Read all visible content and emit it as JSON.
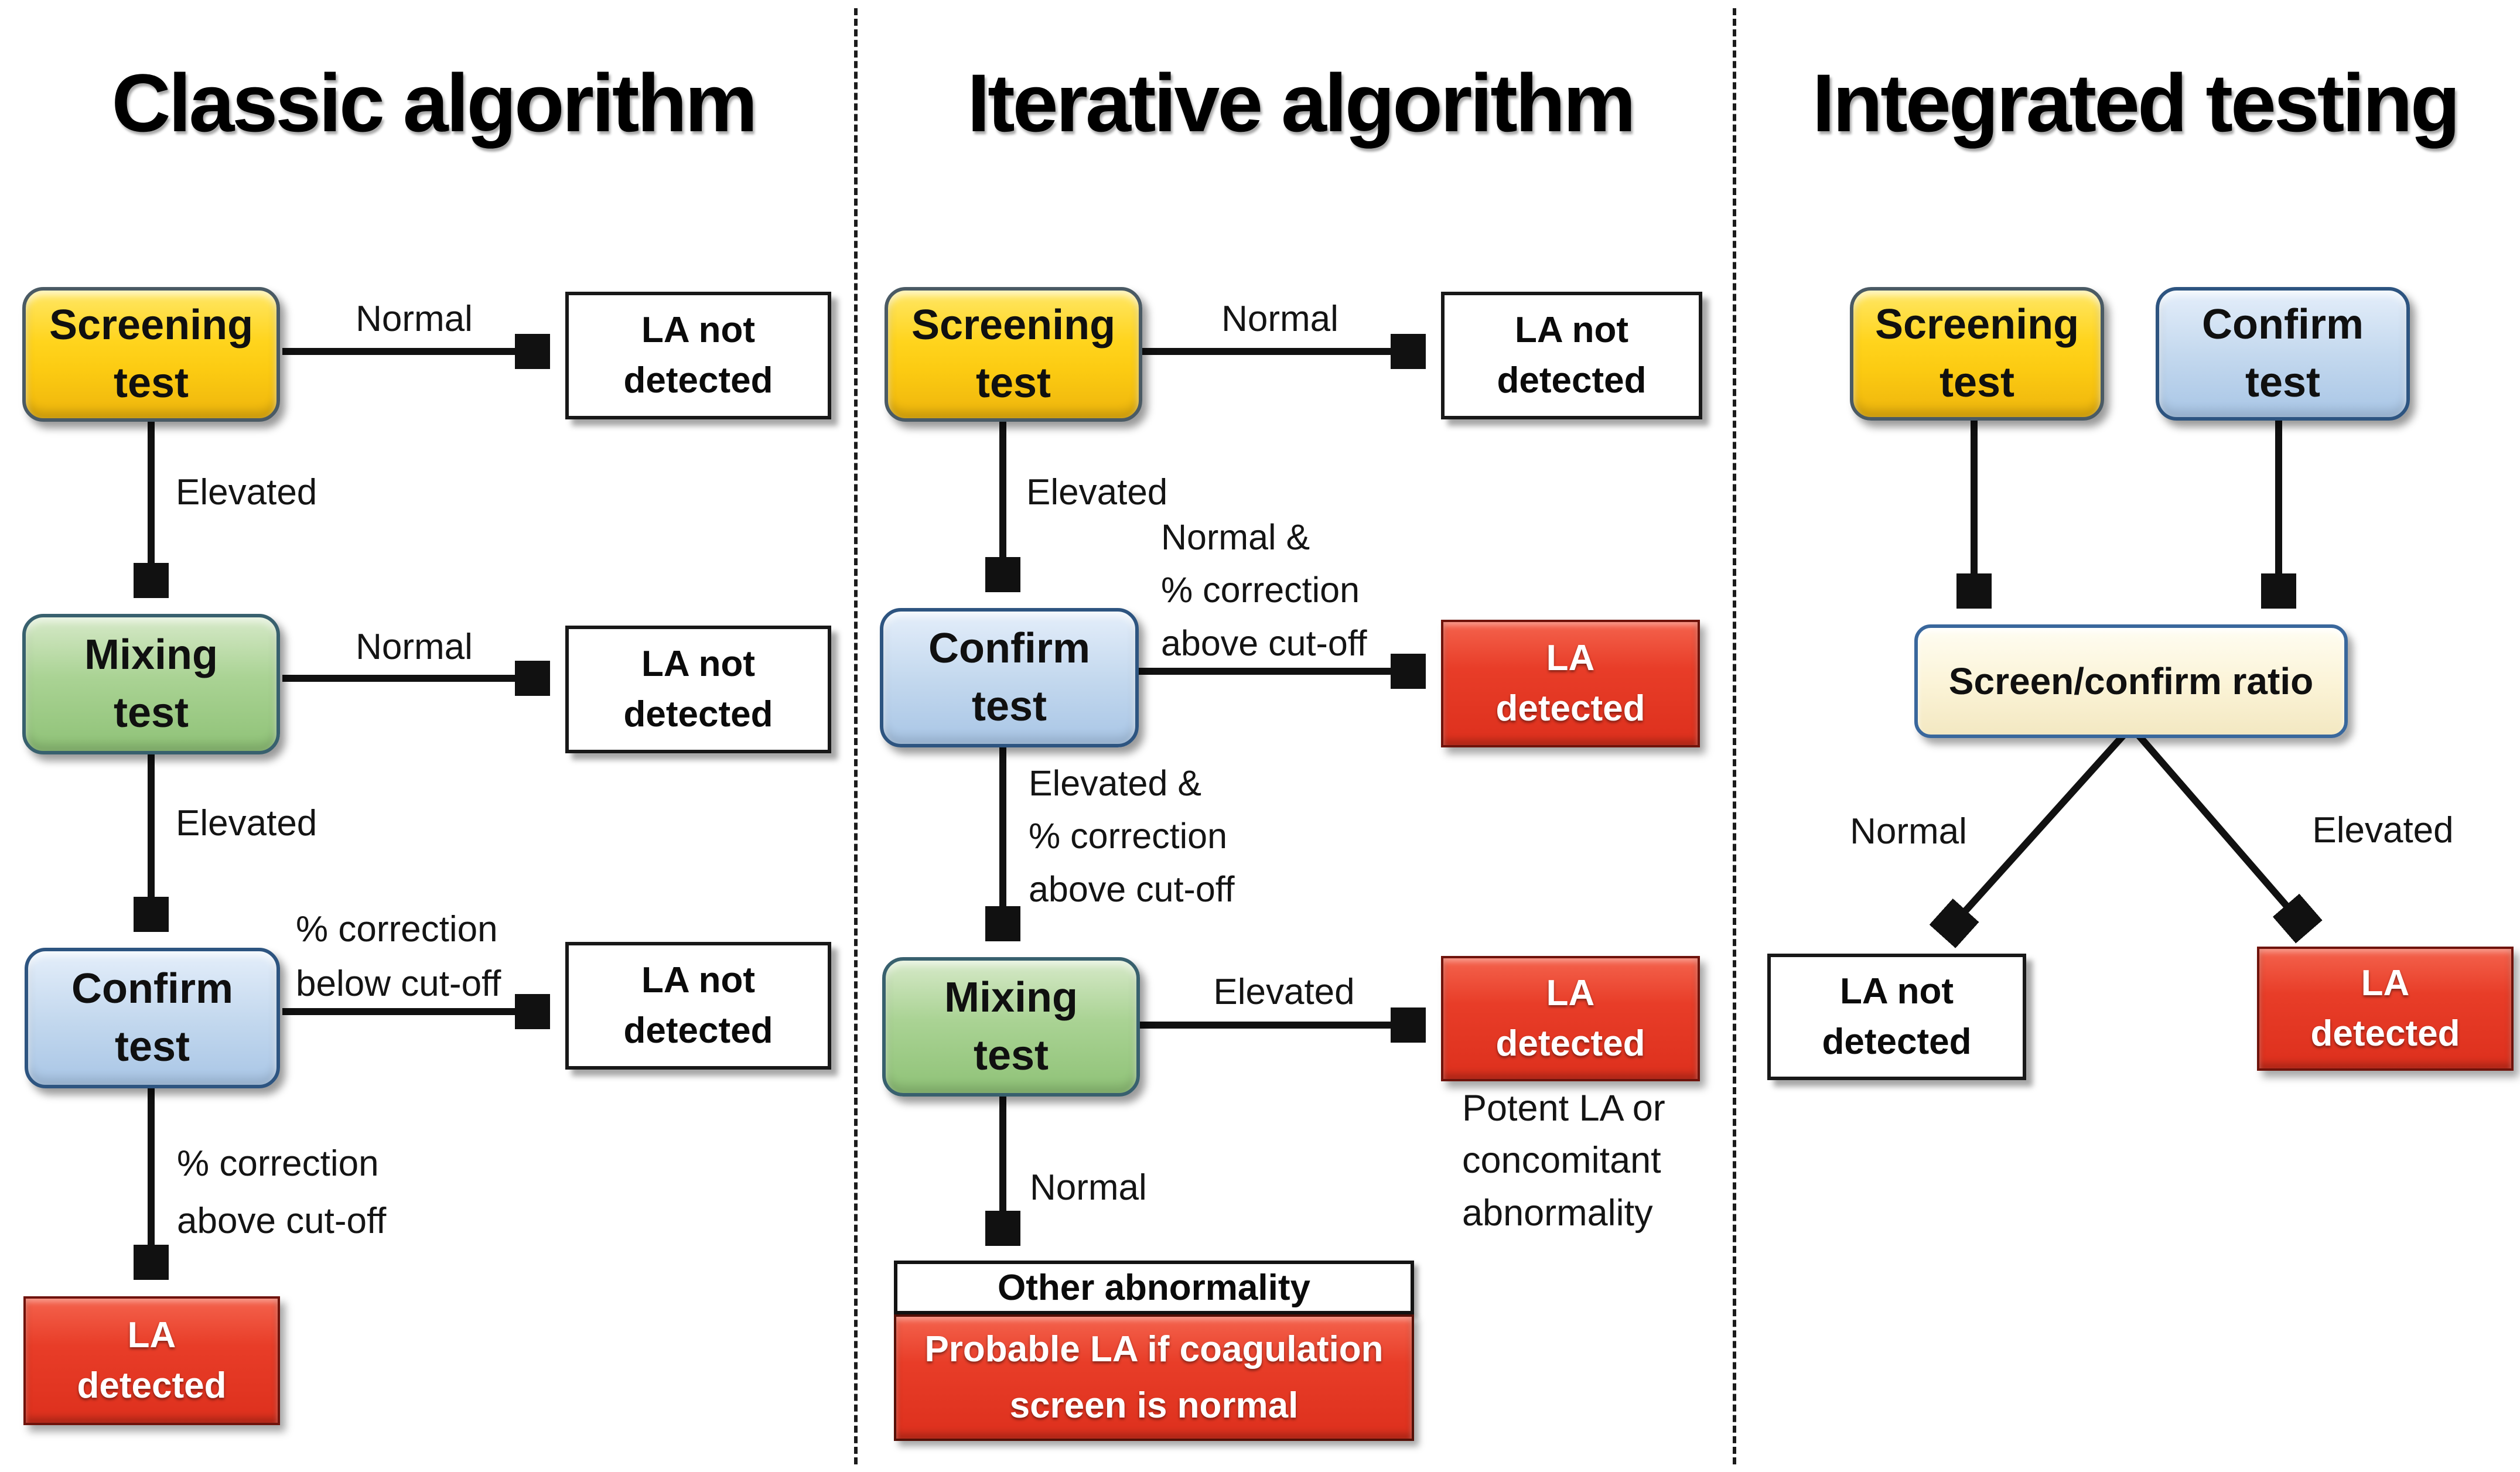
{
  "figure": {
    "background": "#ffffff",
    "columns": [
      {
        "title": "Classic algorithm",
        "nodes": {
          "screening": "Screening\ntest",
          "la_not_detected_1": "LA not\ndetected",
          "mixing": "Mixing\ntest",
          "la_not_detected_2": "LA not\ndetected",
          "confirm": "Confirm\ntest",
          "la_not_detected_3": "LA not\ndetected",
          "la_detected": "LA\ndetected"
        },
        "labels": {
          "normal_screening": "Normal",
          "elevated_screening": "Elevated",
          "normal_mixing": "Normal",
          "elevated_mixing": "Elevated",
          "pct_below_cutoff": "% correction\nbelow cut-off",
          "pct_above_cutoff": "% correction\nabove cut-off"
        }
      },
      {
        "title": "Iterative algorithm",
        "nodes": {
          "screening": "Screening\ntest",
          "la_not_detected": "LA not\ndetected",
          "confirm": "Confirm\ntest",
          "la_detected_confirm": "LA\ndetected",
          "mixing": "Mixing\ntest",
          "la_detected_mixing": "LA\ndetected",
          "other_abnormality_header": "Other abnormality",
          "probable_la_body": "Probable LA if coagulation\nscreen is normal"
        },
        "labels": {
          "normal_screening": "Normal",
          "elevated_screening": "Elevated",
          "normal_pct_above": "Normal &\n% correction\nabove cut-off",
          "elevated_pct_above": "Elevated &\n% correction\nabove cut-off",
          "elevated_mixing": "Elevated",
          "normal_mixing": "Normal",
          "potent_caption": "Potent LA or\nconcomitant\nabnormality"
        }
      },
      {
        "title": "Integrated testing",
        "nodes": {
          "screening": "Screening\ntest",
          "confirm": "Confirm\ntest",
          "ratio": "Screen/confirm ratio",
          "la_not_detected": "LA not\ndetected",
          "la_detected": "LA\ndetected"
        },
        "labels": {
          "normal": "Normal",
          "elevated": "Elevated"
        }
      }
    ],
    "colors": {
      "screening_fill": "#ffd41d",
      "mixing_fill": "#a8d190",
      "confirm_fill": "#c3d8ee",
      "detected_fill": "#e63c28",
      "ratio_fill": "#fbf3d8",
      "not_detected_fill": "#ffffff",
      "arrow": "#111111"
    }
  }
}
